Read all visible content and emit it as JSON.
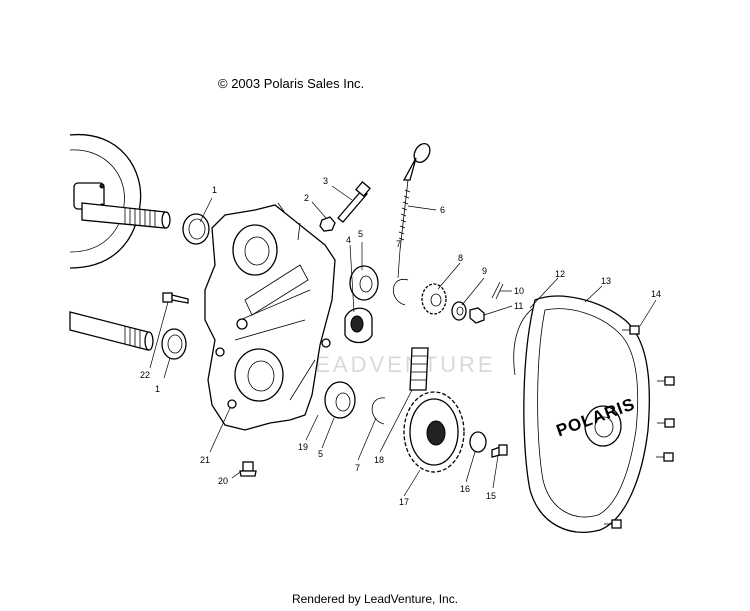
{
  "copyright": "© 2003 Polaris Sales Inc.",
  "footer": "Rendered by LeadVenture, Inc.",
  "watermark": "LEADVENTURE",
  "cover_logo": "POLARIS",
  "callouts": [
    {
      "id": "c1a",
      "label": "1"
    },
    {
      "id": "c1b",
      "label": "1"
    },
    {
      "id": "c2",
      "label": "2"
    },
    {
      "id": "c3",
      "label": "3"
    },
    {
      "id": "c4",
      "label": "4"
    },
    {
      "id": "c5a",
      "label": "5"
    },
    {
      "id": "c5b",
      "label": "5"
    },
    {
      "id": "c6",
      "label": "6"
    },
    {
      "id": "c7a",
      "label": "7"
    },
    {
      "id": "c7b",
      "label": "7"
    },
    {
      "id": "c8",
      "label": "8"
    },
    {
      "id": "c9",
      "label": "9"
    },
    {
      "id": "c10",
      "label": "10"
    },
    {
      "id": "c11",
      "label": "11"
    },
    {
      "id": "c12",
      "label": "12"
    },
    {
      "id": "c13",
      "label": "13"
    },
    {
      "id": "c14",
      "label": "14"
    },
    {
      "id": "c15",
      "label": "15"
    },
    {
      "id": "c16",
      "label": "16"
    },
    {
      "id": "c17",
      "label": "17"
    },
    {
      "id": "c18",
      "label": "18"
    },
    {
      "id": "c19",
      "label": "19"
    },
    {
      "id": "c20",
      "label": "20"
    },
    {
      "id": "c21",
      "label": "21"
    },
    {
      "id": "c22",
      "label": "22"
    }
  ]
}
